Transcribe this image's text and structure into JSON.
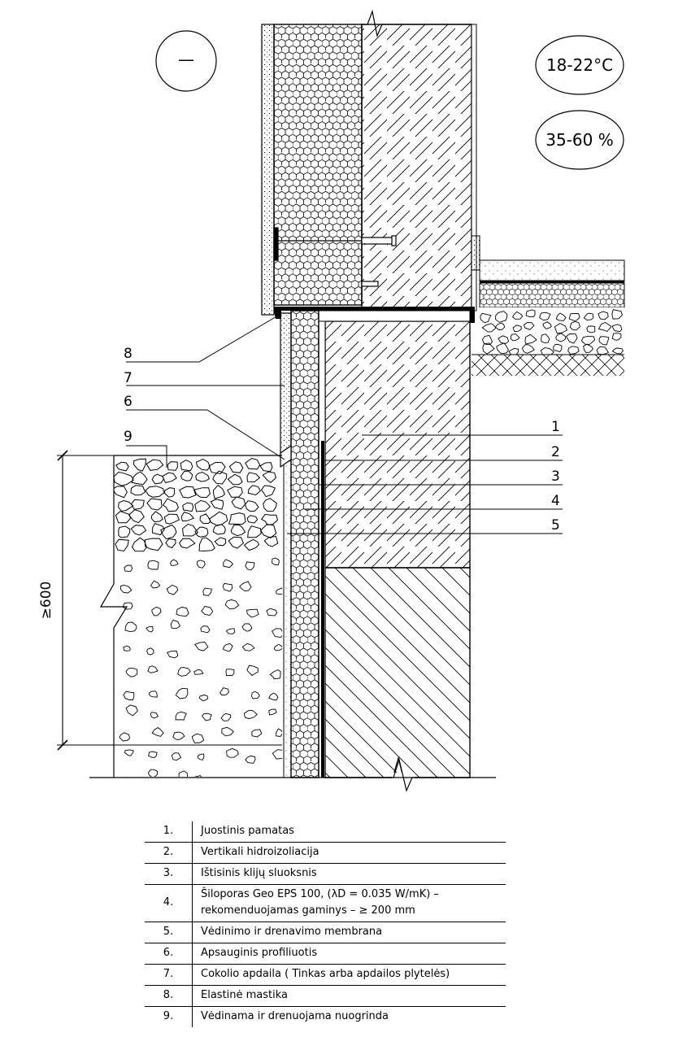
{
  "badges": {
    "orientation": "—",
    "temperature": "18-22°C",
    "humidity": "35-60 %"
  },
  "dimension": "≥600",
  "callouts": {
    "left": [
      "8",
      "7",
      "6",
      "9"
    ],
    "right": [
      "1",
      "2",
      "3",
      "4",
      "5"
    ]
  },
  "legend": [
    {
      "num": "1.",
      "text": "Juostinis pamatas"
    },
    {
      "num": "2.",
      "text": "Vertikali hidroizoliacija"
    },
    {
      "num": "3.",
      "text": "Ištisinis klijų sluoksnis"
    },
    {
      "num": "4.",
      "text": "Šiloporas Geo EPS 100, (λD = 0.035 W/mK) –",
      "text2": "rekomenduojamas gaminys – ≥ 200 mm"
    },
    {
      "num": "5.",
      "text": "Vėdinimo ir drenavimo membrana"
    },
    {
      "num": "6.",
      "text": "Apsauginis profiliuotis"
    },
    {
      "num": "7.",
      "text": "Cokolio apdaila ( Tinkas arba apdailos plytelės)"
    },
    {
      "num": "8.",
      "text": "Elastinė mastika"
    },
    {
      "num": "9.",
      "text": "Vėdinama ir drenuojama nuogrinda"
    }
  ]
}
